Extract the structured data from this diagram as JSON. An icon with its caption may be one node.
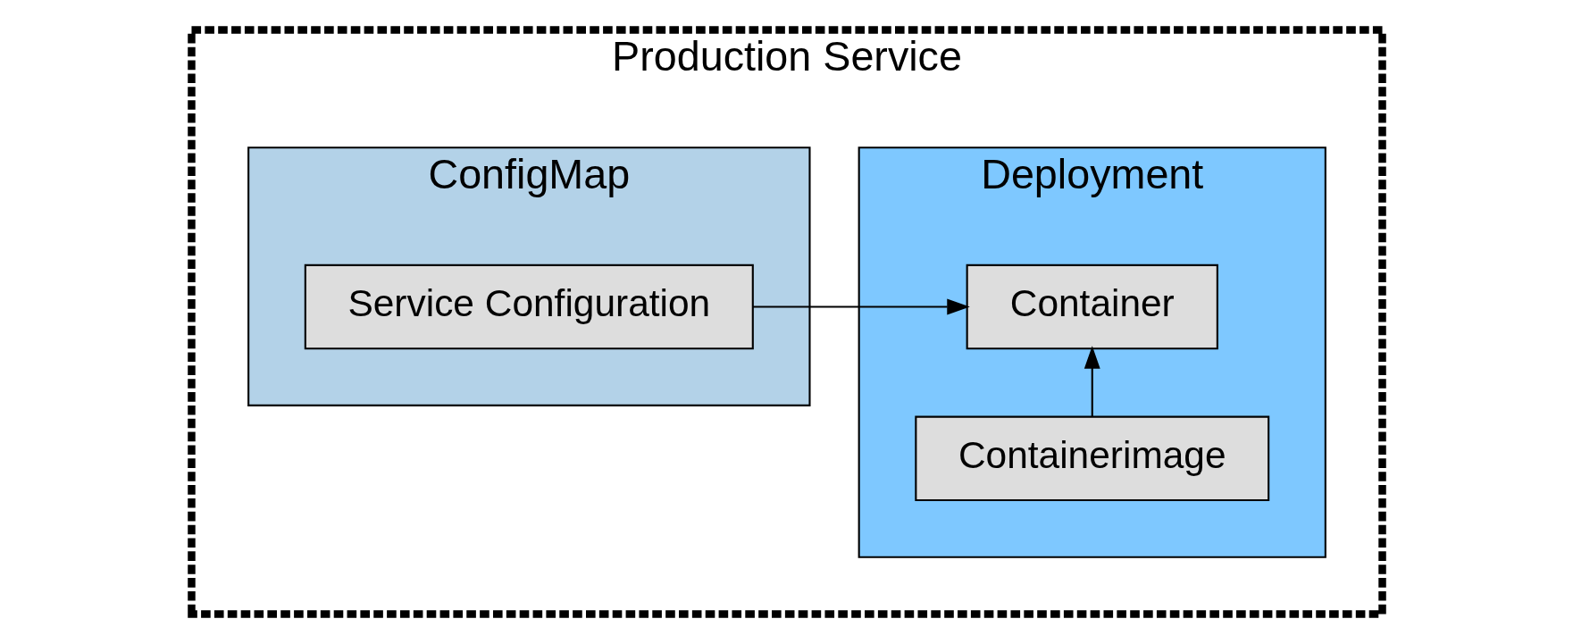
{
  "diagram": {
    "nodes": [
      {
        "text": [
          "Production Service"
        ]
      },
      {
        "text": [
          "ConfigMap"
        ],
        "in": 0
      },
      {
        "text": [
          "Service Configuration"
        ],
        "in": 1
      },
      {
        "text": [
          "Deployment"
        ],
        "in": 0
      },
      {
        "text": [
          "Container"
        ],
        "in": 3
      },
      {
        "text": [
          "Containerimage"
        ],
        "in": 3
      }
    ],
    "edges": [
      {
        "from": 2,
        "to": 4,
        "arrow": "to"
      },
      {
        "from": 5,
        "to": 4,
        "arrow": "to"
      }
    ]
  }
}
